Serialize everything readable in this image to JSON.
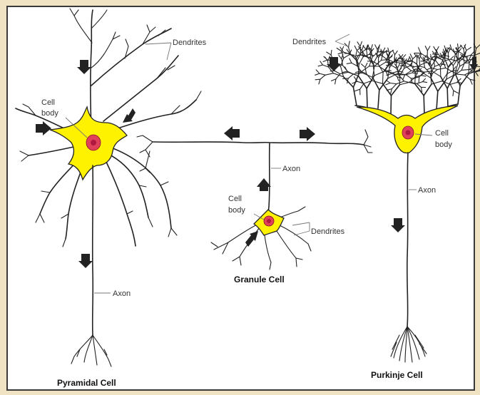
{
  "diagram": {
    "cells": {
      "pyramidal": {
        "title": "Pyramidal Cell",
        "dendrites_label": "Dendrites",
        "cell_body_label_line1": "Cell",
        "cell_body_label_line2": "body",
        "axon_label": "Axon"
      },
      "granule": {
        "title": "Granule Cell",
        "cell_body_label_line1": "Cell",
        "cell_body_label_line2": "body",
        "axon_label": "Axon",
        "dendrites_label": "Dendrites"
      },
      "purkinje": {
        "title": "Purkinje Cell",
        "dendrites_label": "Dendrites",
        "cell_body_label_line1": "Cell",
        "cell_body_label_line2": "body",
        "axon_label": "Axon"
      }
    },
    "colors": {
      "cell_body": "#fff200",
      "nucleus": "#e0405a",
      "background": "#efe3c4",
      "panel": "#ffffff"
    }
  }
}
